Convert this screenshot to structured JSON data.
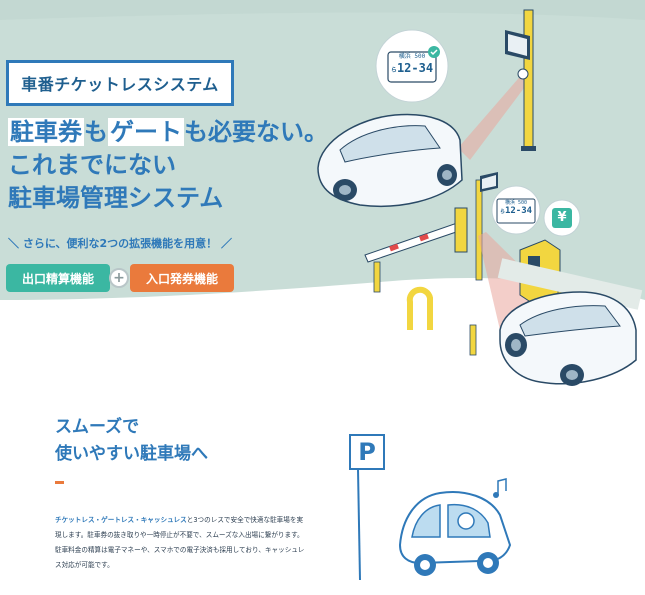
{
  "badge": {
    "label": "車番チケットレスシステム"
  },
  "headline": {
    "line1_a": "駐車券",
    "line1_b": "も",
    "line1_c": "ゲート",
    "line1_d": "も必要ない。",
    "line2": "これまでにない",
    "line3": "駐車場管理システム"
  },
  "subcopy": "＼ さらに、便利な2つの拡張機能を用意！ ／",
  "features": {
    "left_label": "出口精算機能",
    "plus": "+",
    "right_label": "入口発券機能"
  },
  "plates": {
    "top": {
      "region": "横浜 500",
      "kana": "ら",
      "number": "12-34"
    },
    "right": {
      "region": "横浜 500",
      "kana": "ら",
      "number": "12-34"
    }
  },
  "yen_symbol": "¥",
  "parking_sign": "P",
  "section": {
    "title_line1": "スムーズで",
    "title_line2": "使いやすい駐車場へ",
    "body_strong": "チケットレス・ゲートレス・キャッシュレス",
    "body_1": "と3つのレスで安全で快適な駐車場を実現します。駐車券の抜き取りや一時停止が不要で、スムーズな入出場に繋がります。",
    "body_2": "駐車料金の精算は電子マネーや、スマホでの電子決済も採用しており、キャッシュレス対応が可能です。"
  },
  "colors": {
    "hero_bg": "#c9ddd7",
    "brand_blue": "#2f79b9",
    "green": "#3bb7a2",
    "orange": "#ea7a3c",
    "pole_yellow": "#f2d640"
  }
}
